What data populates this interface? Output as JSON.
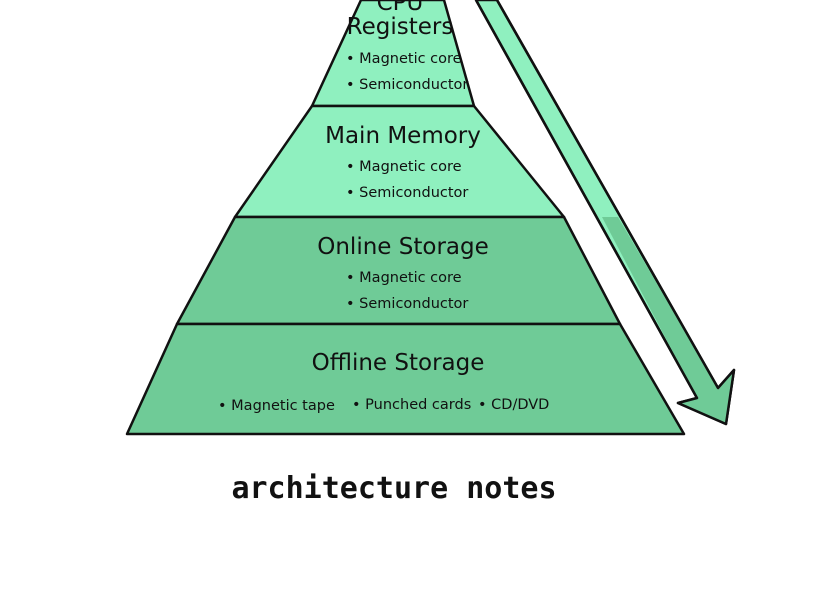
{
  "colors": {
    "light_green": "#8ff0bf",
    "dark_green": "#6fcb97",
    "outline": "#111111",
    "background": "#ffffff"
  },
  "tiers": [
    {
      "title_lines": [
        "CPU",
        "Registers"
      ],
      "bullets": [
        "Magnetic core",
        "Semiconductor"
      ],
      "fill": "light_green"
    },
    {
      "title_lines": [
        "Main Memory"
      ],
      "bullets": [
        "Magnetic core",
        "Semiconductor"
      ],
      "fill": "light_green"
    },
    {
      "title_lines": [
        "Online Storage"
      ],
      "bullets": [
        "Magnetic core",
        "Semiconductor"
      ],
      "fill": "dark_green"
    },
    {
      "title_lines": [
        "Offline Storage"
      ],
      "bullets": [
        "Magnetic tape",
        "Punched cards",
        "CD/DVD"
      ],
      "fill": "dark_green"
    }
  ],
  "caption": "architecture notes"
}
